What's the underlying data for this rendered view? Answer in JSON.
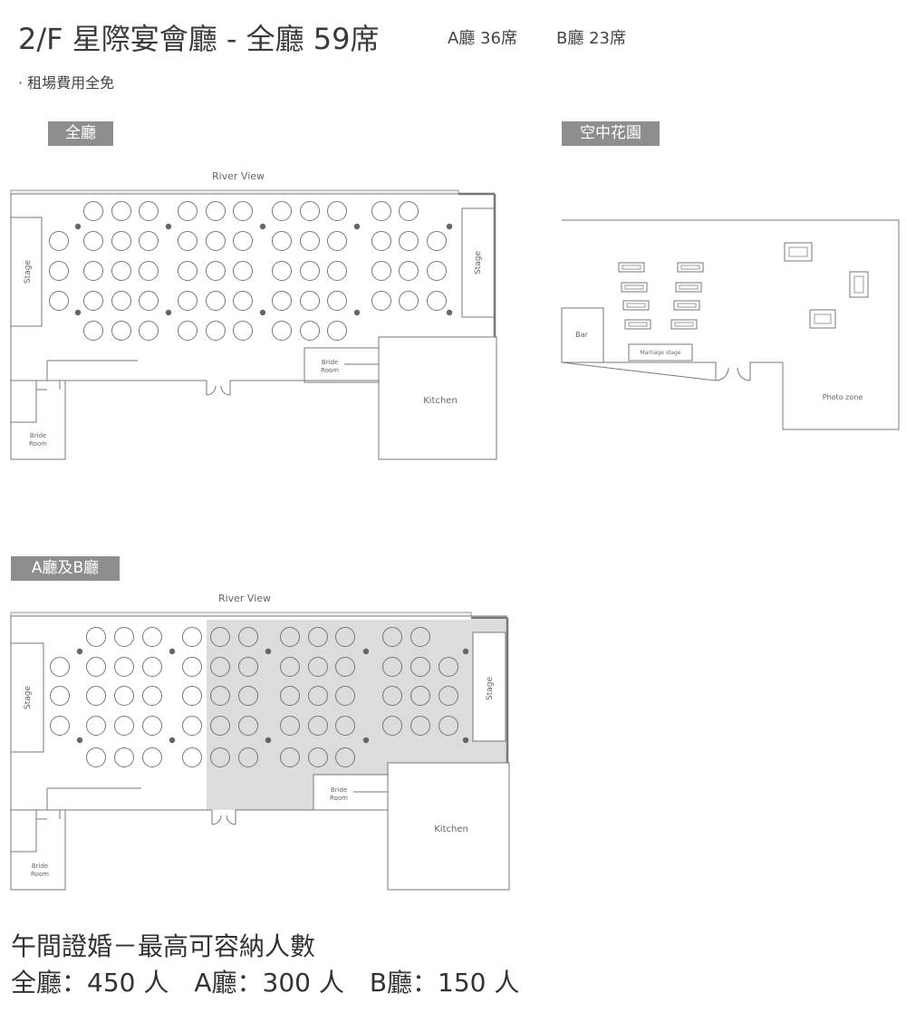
{
  "header": {
    "title": "2/F 星際宴會廳 - 全廳 59席",
    "hall_a": "A廳 36席",
    "hall_b": "B廳 23席",
    "note": "· 租場費用全免"
  },
  "tags": {
    "full": "全廳",
    "garden": "空中花園",
    "ab": "A廳及B廳"
  },
  "plan_labels": {
    "river_view": "River View",
    "stage": "Stage",
    "bride_room_1": "Bride",
    "bride_room_2": "Room",
    "kitchen": "Kitchen",
    "bar": "Bar",
    "marriage_stage": "Marriage stage",
    "photo_zone": "Photo zone"
  },
  "footer": {
    "line1": "午間證婚－最高可容納人數",
    "line2": "全廳：450 人　A廳：300 人　B廳：150 人"
  },
  "colors": {
    "tag_bg": "#8e8e8e",
    "line": "#777777",
    "hall_b_shade": "#dcdcdc"
  }
}
